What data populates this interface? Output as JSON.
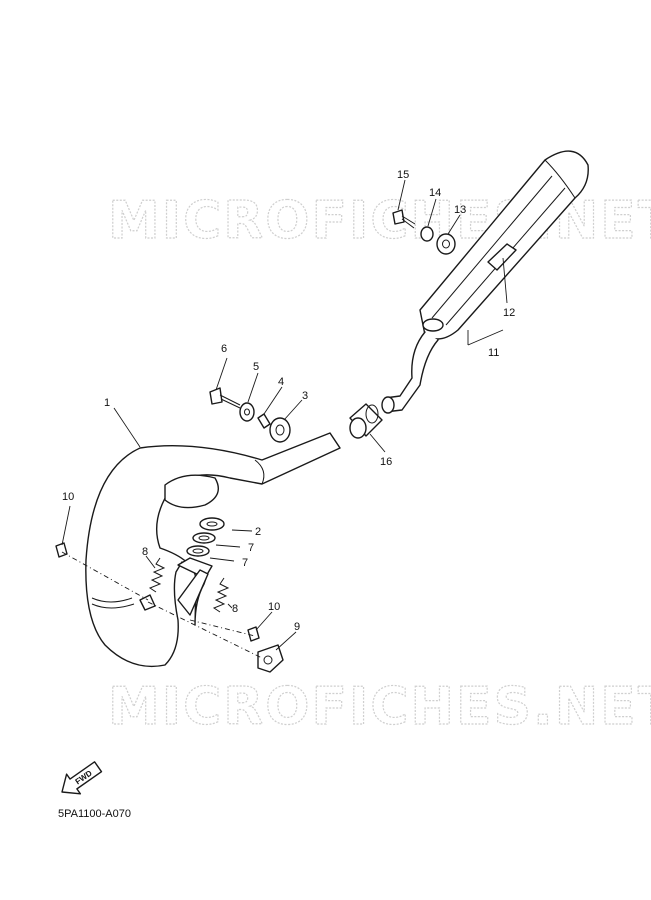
{
  "watermark": "MICROFICHES.NET",
  "diagram_code": "5PA1100-A070",
  "direction_label": "FWD",
  "callouts": {
    "c1": "1",
    "c2": "2",
    "c3": "3",
    "c4": "4",
    "c5": "5",
    "c6": "6",
    "c7a": "7",
    "c7b": "7",
    "c8a": "8",
    "c8b": "8",
    "c9": "9",
    "c10a": "10",
    "c10b": "10",
    "c11": "11",
    "c12": "12",
    "c13": "13",
    "c14": "14",
    "c15": "15",
    "c16": "16"
  }
}
